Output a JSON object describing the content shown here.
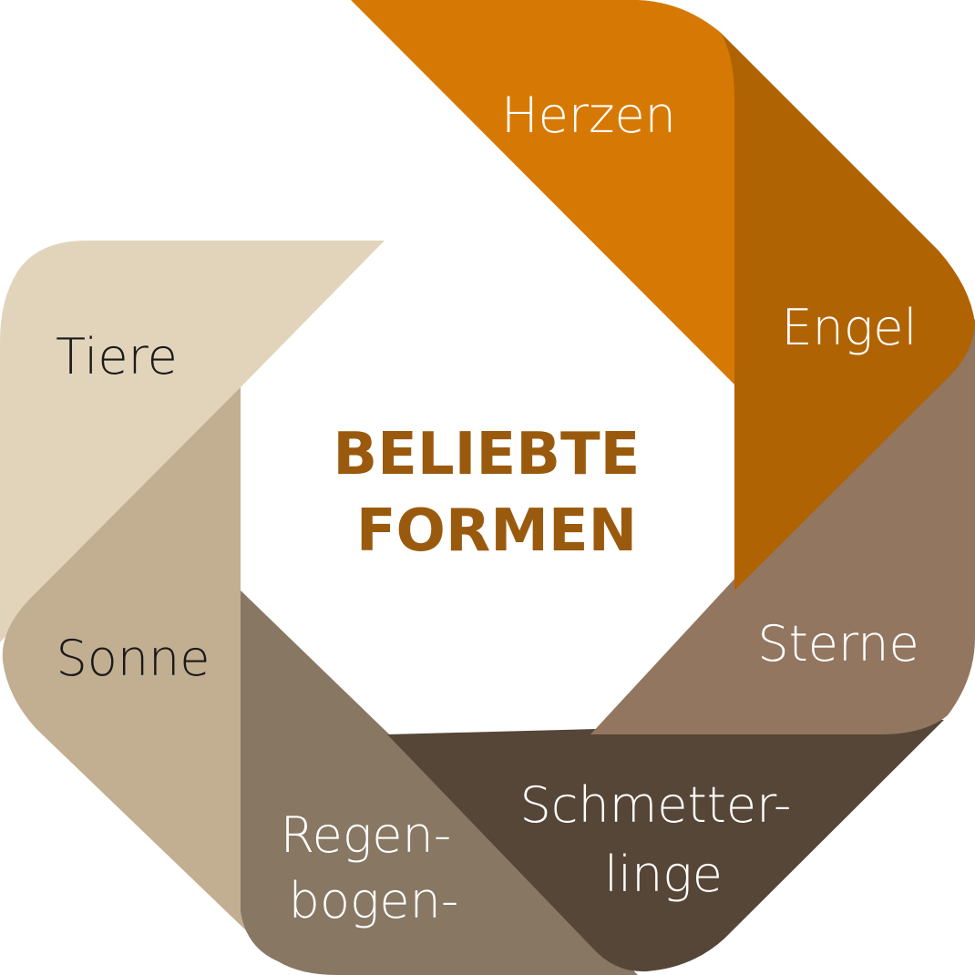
{
  "title": {
    "line1": "BELIEBTE",
    "line2": "FORMEN",
    "color": "#9a5a0e"
  },
  "segments": [
    {
      "id": "herzen",
      "lines": [
        "Herzen"
      ],
      "color": "#d67904",
      "text_color": "#ffffff"
    },
    {
      "id": "engel",
      "lines": [
        "Engel"
      ],
      "color": "#b06302",
      "text_color": "#ffffff"
    },
    {
      "id": "sterne",
      "lines": [
        "Sterne"
      ],
      "color": "#927660",
      "text_color": "#ffffff"
    },
    {
      "id": "schmetterlinge",
      "lines": [
        "Schmetter-",
        "linge"
      ],
      "color": "#564637",
      "text_color": "#ffffff"
    },
    {
      "id": "regenbogen",
      "lines": [
        "Regen-",
        "bogen-"
      ],
      "color": "#877763",
      "text_color": "#ffffff"
    },
    {
      "id": "sonne",
      "lines": [
        "Sonne"
      ],
      "color": "#c2ae91",
      "text_color": "#1a1a1a"
    },
    {
      "id": "tiere",
      "lines": [
        "Tiere"
      ],
      "color": "#e1d4ba",
      "text_color": "#1a1a1a"
    }
  ]
}
